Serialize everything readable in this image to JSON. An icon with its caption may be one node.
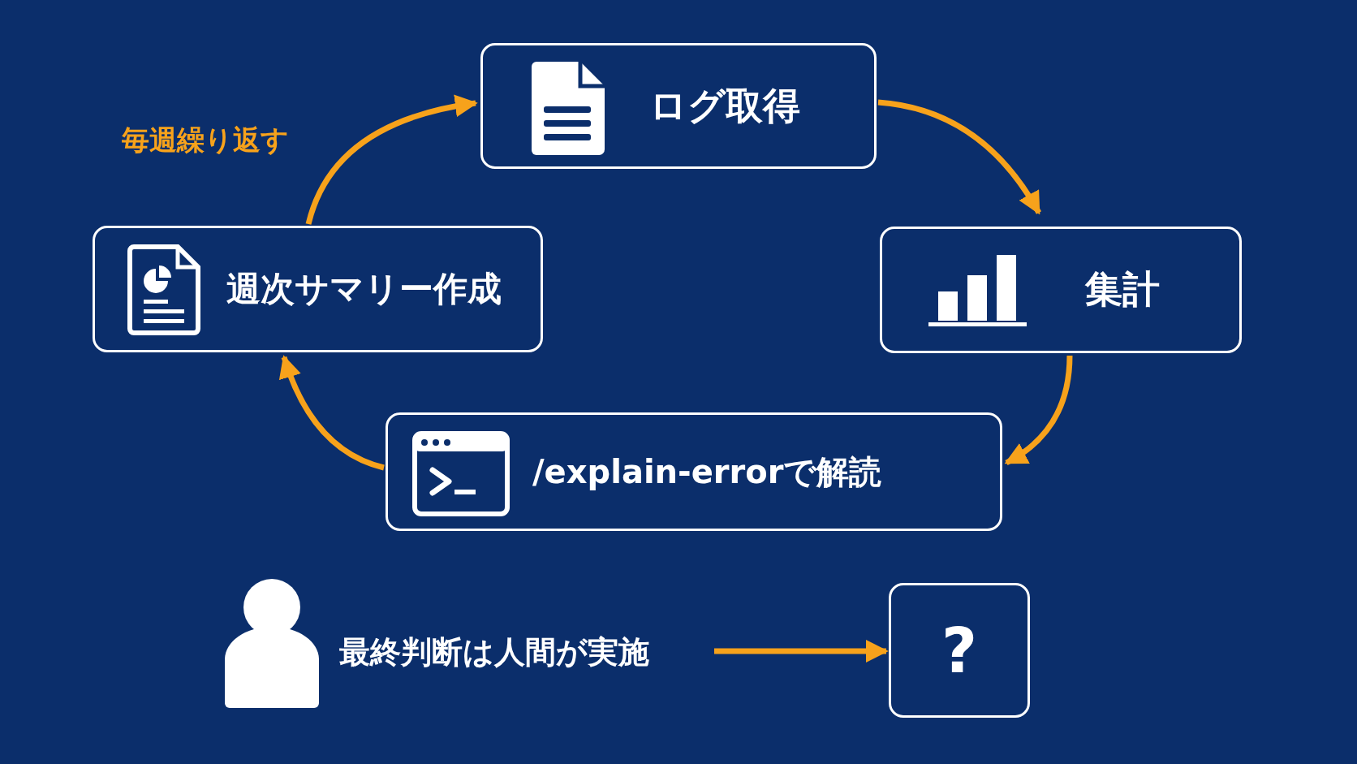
{
  "diagram": {
    "nodes": [
      {
        "text": [
          "ログ取得"
        ]
      },
      {
        "text": [
          "集計"
        ]
      },
      {
        "text": [
          "/explain-errorで解読"
        ]
      },
      {
        "text": [
          "週次サマリー作成"
        ]
      },
      {
        "text": [
          "最終判断は人間が実施"
        ]
      },
      {
        "text": [
          "?"
        ]
      }
    ],
    "edges": [
      {
        "from": 0,
        "to": 1,
        "arrow": "to"
      },
      {
        "from": 1,
        "to": 2,
        "arrow": "to"
      },
      {
        "from": 2,
        "to": 3,
        "arrow": "to"
      },
      {
        "from": 3,
        "to": 0,
        "arrow": "to"
      },
      {
        "from": 4,
        "to": 5,
        "arrow": "to"
      }
    ],
    "labels": [
      "毎週繰り返す"
    ]
  }
}
